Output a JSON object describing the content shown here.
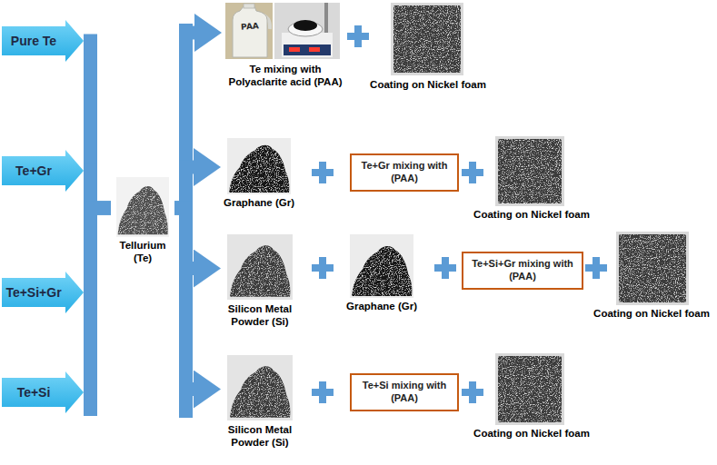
{
  "diagram": {
    "nodes": [
      {
        "text": [
          "Pure Te"
        ]
      },
      {
        "text": [
          "Te+Gr"
        ]
      },
      {
        "text": [
          "Te+Si+Gr"
        ]
      },
      {
        "text": [
          "Te+Si"
        ]
      },
      {
        "text": [
          "Tellurium (Te)"
        ]
      },
      {
        "text": [
          "Te mixing with Polyaclarite acid (PAA)"
        ]
      },
      {
        "text": [
          "Coating on Nickel foam"
        ]
      },
      {
        "text": [
          "Graphane (Gr)"
        ]
      },
      {
        "text": [
          "Te+Gr mixing with (PAA)"
        ]
      },
      {
        "text": [
          "Coating on Nickel foam"
        ]
      },
      {
        "text": [
          "Silicon Metal Powder (Si)"
        ]
      },
      {
        "text": [
          "Graphane (Gr)"
        ]
      },
      {
        "text": [
          "Te+Si+Gr mixing with (PAA)"
        ]
      },
      {
        "text": [
          "Coating on Nickel foam"
        ]
      },
      {
        "text": [
          "Silicon Metal Powder (Si)"
        ]
      },
      {
        "text": [
          "Te+Si mixing with (PAA)"
        ]
      },
      {
        "text": [
          "Coating on Nickel foam"
        ]
      }
    ],
    "edges": [
      {
        "from": 0,
        "to": 4,
        "arrow": "none"
      },
      {
        "from": 1,
        "to": 4,
        "arrow": "none"
      },
      {
        "from": 2,
        "to": 4,
        "arrow": "none"
      },
      {
        "from": 3,
        "to": 4,
        "arrow": "none"
      },
      {
        "from": 4,
        "to": 5,
        "arrow": "to"
      },
      {
        "from": 4,
        "to": 7,
        "arrow": "to"
      },
      {
        "from": 4,
        "to": 10,
        "arrow": "to"
      },
      {
        "from": 4,
        "to": 14,
        "arrow": "to"
      }
    ],
    "labels": [
      "PAA"
    ]
  }
}
